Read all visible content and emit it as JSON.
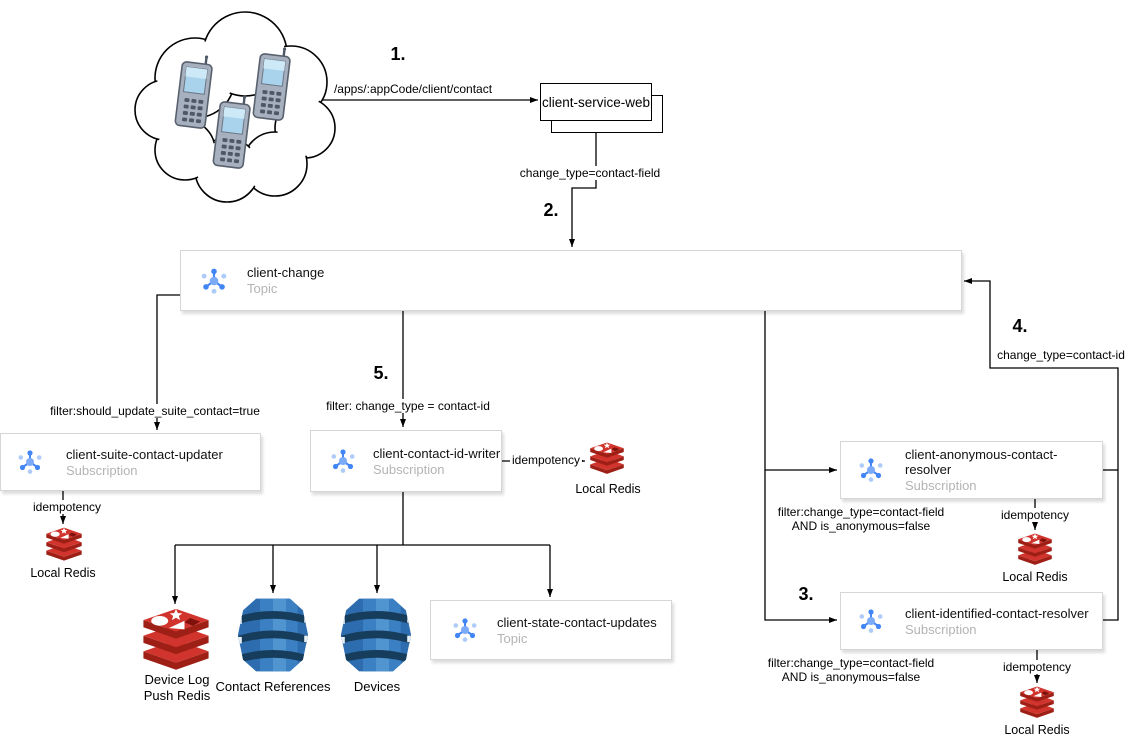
{
  "steps": {
    "one": "1.",
    "two": "2.",
    "three": "3.",
    "four": "4.",
    "five": "5."
  },
  "nodes": {
    "service": {
      "label": "client-service-web"
    },
    "client_change": {
      "name": "client-change",
      "type": "Topic"
    },
    "suite_updater": {
      "name": "client-suite-contact-updater",
      "type": "Subscription"
    },
    "contact_id_writer": {
      "name": "client-contact-id-writer",
      "type": "Subscription"
    },
    "anonymous_resolver": {
      "name": "client-anonymous-contact-resolver",
      "type": "Subscription"
    },
    "identified_resolver": {
      "name": "client-identified-contact-resolver",
      "type": "Subscription"
    },
    "state_updates": {
      "name": "client-state-contact-updates",
      "type": "Topic"
    }
  },
  "edge_labels": {
    "api_path": "/apps/:appCode/client/contact",
    "publish_field": "change_type=contact-field",
    "republish_id": "change_type=contact-id",
    "filter_suite": "filter:should_update_suite_contact=true",
    "filter_contact_id": "filter: change_type = contact-id",
    "filter_anonymous_l1": "filter:change_type=contact-field",
    "filter_anonymous_l2": "AND is_anonymous=false",
    "filter_identified_l1": "filter:change_type=contact-field",
    "filter_identified_l2": "AND is_anonymous=false",
    "idempotency": "idempotency"
  },
  "datastores": {
    "local_redis": "Local Redis",
    "device_log_l1": "Device Log",
    "device_log_l2": "Push Redis",
    "contact_references": "Contact References",
    "devices": "Devices"
  },
  "colors": {
    "pubsub_blue": "#4285f4",
    "pubsub_light_blue": "#aecbfa",
    "redis_red": "#d0342c",
    "redis_dark_red": "#9e1f16",
    "dynamo_blue": "#2d6daf",
    "dynamo_band": "#173d5d",
    "box_border": "#d6d6d6",
    "type_text": "#b4b4b4"
  }
}
